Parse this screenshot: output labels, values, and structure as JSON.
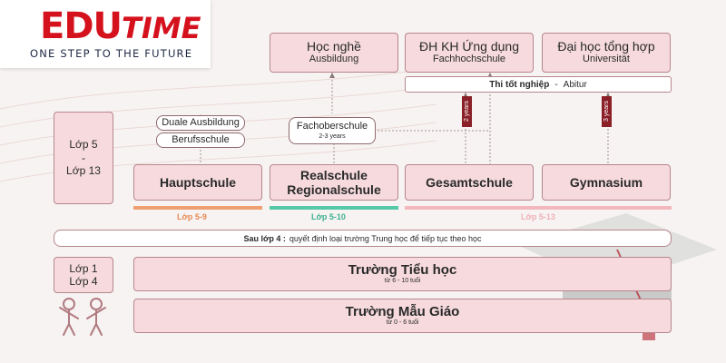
{
  "logo": {
    "brand_red": "EDU",
    "brand_time": "TIME",
    "tagline": "ONE STEP TO THE FUTURE"
  },
  "colors": {
    "accent": "#d4111c",
    "box_fill": "#f6dadd",
    "haupt_line": "#f0a070",
    "real_line": "#55c8a8",
    "upper_line": "#f2b8bd"
  },
  "higher": [
    {
      "title": "Học nghề",
      "subtitle": "Ausbildung"
    },
    {
      "title": "ĐH KH Ứng dụng",
      "subtitle": "Fachhochschule"
    },
    {
      "title": "Đại học tổng hợp",
      "subtitle": "Universität"
    }
  ],
  "abitur": {
    "title": "Thi tốt nghiệp",
    "sep": "-",
    "subtitle": "Abitur"
  },
  "year_tags": [
    "2 years",
    "3 years"
  ],
  "vocational": {
    "line1": "Duale Ausbildung",
    "line2": "Berufsschule"
  },
  "fachober": {
    "title": "Fachoberschule",
    "years": "2-3 years"
  },
  "grades_upper": {
    "line1": "Lớp 5",
    "dash": "-",
    "line2": "Lớp 13"
  },
  "secondary": [
    {
      "title": "Hauptschule"
    },
    {
      "title": "Realschule Regionalschule"
    },
    {
      "title": "Gesamtschule"
    },
    {
      "title": "Gymnasium"
    }
  ],
  "grade_labels": {
    "haupt": "Lớp 5-9",
    "real": "Lớp 5-10",
    "gym": "Lớp 5-13"
  },
  "after4": {
    "bold": "Sau lớp 4 :",
    "text": "quyết định loại trường Trung học để tiếp tục theo học"
  },
  "grades_primary": {
    "line1": "Lớp 1",
    "line2": "Lớp 4"
  },
  "primary": {
    "title": "Trường Tiểu học",
    "age": "từ 6 - 10 tuổi"
  },
  "kindergarten": {
    "title": "Trường Mẫu Giáo",
    "age": "từ 0 - 6 tuổi"
  },
  "icons": {
    "children": "children-icon",
    "graduation": "graduation-cap-icon"
  }
}
